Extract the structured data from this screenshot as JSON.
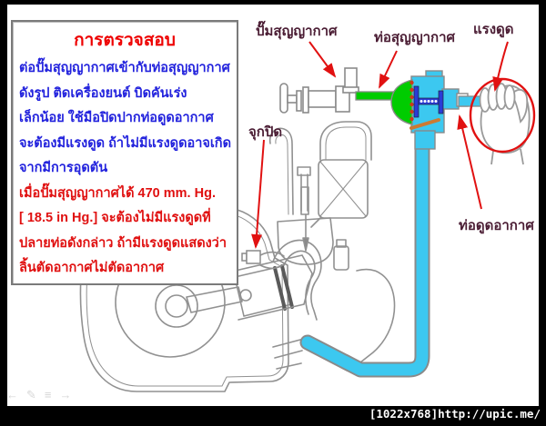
{
  "instruction_box": {
    "title": "การตรวจสอบ",
    "lines": [
      {
        "text": "ต่อปั๊มสุญญากาศเข้ากับท่อสุญญากาศ",
        "color": "blue"
      },
      {
        "text": "ดังรูป  ติดเครื่องยนต์  บิดคันเร่ง",
        "color": "blue"
      },
      {
        "text": "เล็กน้อย ใช้มือปิดปากท่อดูดอากาศ",
        "color": "blue"
      },
      {
        "text": "จะต้องมีแรงดูด ถ้าไม่มีแรงดูดอาจเกิด",
        "color": "blue"
      },
      {
        "text": "จากมีการอุดตัน",
        "color": "blue"
      },
      {
        "text": "เมื่อปั๊มสุญญากาศได้  470 mm. Hg.",
        "color": "red"
      },
      {
        "text": "[ 18.5 in Hg.]  จะต้องไม่มีแรงดูดที่",
        "color": "red"
      },
      {
        "text": "ปลายท่อดังกล่าว  ถ้ามีแรงดูดแสดงว่า",
        "color": "red"
      },
      {
        "text": "ลิ้นตัดอากาศไม่ตัดอากาศ",
        "color": "red"
      }
    ]
  },
  "diagram_labels": {
    "vacuum_pump": "ปั๊มสุญญากาศ",
    "vacuum_tube": "ท่อสุญญากาศ",
    "suction": "แรงดูด",
    "plug": "จุกปิด",
    "air_suction_tube": "ท่อดูดอากาศ"
  },
  "footer": {
    "watermark": "[1022x768]http://upic.me/"
  },
  "toolbar_icons": [
    {
      "name": "back-icon",
      "glyph": "←"
    },
    {
      "name": "edit-icon",
      "glyph": "✎"
    },
    {
      "name": "list-icon",
      "glyph": "≡"
    },
    {
      "name": "forward-icon",
      "glyph": "→"
    }
  ],
  "colors": {
    "title_red": "#ee0000",
    "body_blue": "#2222dd",
    "body_red": "#e01010",
    "label_maroon": "#4a1c33",
    "arrow_red": "#e11111",
    "tube_cyan": "#3cc8f0",
    "pump_green": "#00cc00",
    "shaft_blue": "#2a3bd6",
    "lever_orange": "#cc7a33",
    "outline_gray": "#919191"
  }
}
